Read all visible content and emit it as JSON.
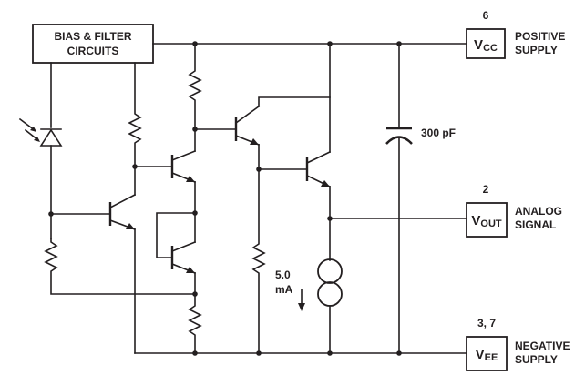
{
  "bias_block": {
    "line1": "BIAS & FILTER",
    "line2": "CIRCUITS"
  },
  "terminals": {
    "vcc": {
      "pin": "6",
      "main": "V",
      "sub": "CC",
      "label1": "POSITIVE",
      "label2": "SUPPLY"
    },
    "vout": {
      "pin": "2",
      "main": "V",
      "sub": "OUT",
      "label1": "ANALOG",
      "label2": "SIGNAL"
    },
    "vee": {
      "pin": "3, 7",
      "main": "V",
      "sub": "EE",
      "label1": "NEGATIVE",
      "label2": "SUPPLY"
    }
  },
  "capacitor": {
    "value": "300 pF"
  },
  "current_source": {
    "value": "5.0",
    "unit": "mA"
  }
}
